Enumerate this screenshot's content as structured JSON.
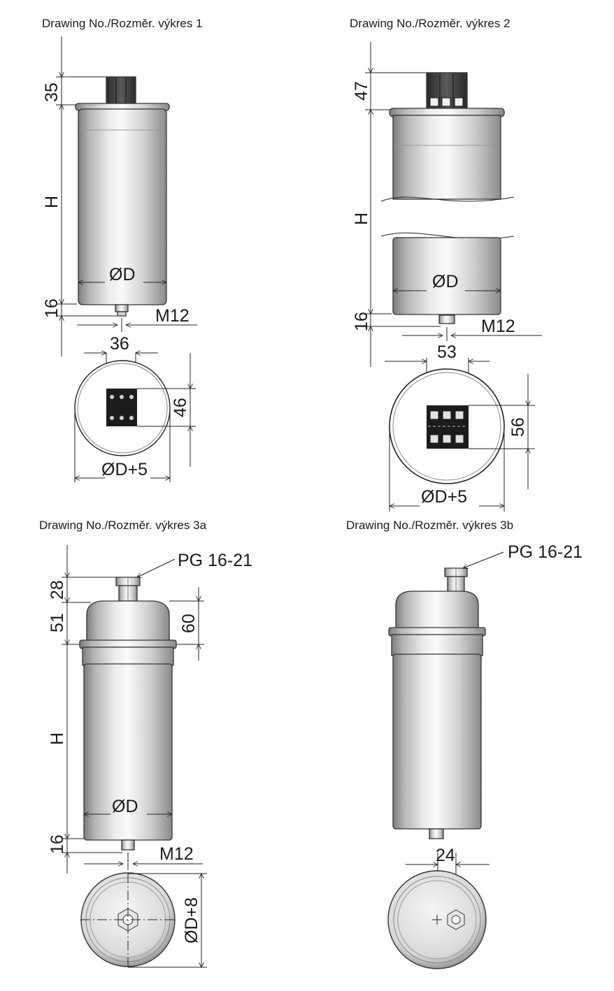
{
  "drawings": [
    {
      "title": "Drawing No./Rozměr. výkres 1",
      "dims": {
        "top": "35",
        "height": "H",
        "bottom": "16",
        "diameter": "ØD",
        "thread": "M12",
        "term_w": "36",
        "term_h": "46",
        "outer_d": "ØD+5"
      }
    },
    {
      "title": "Drawing No./Rozměr. výkres 2",
      "dims": {
        "top": "47",
        "height": "H",
        "bottom": "16",
        "diameter": "ØD",
        "thread": "M12",
        "term_w": "53",
        "term_h": "56",
        "outer_d": "ØD+5"
      }
    },
    {
      "title": "Drawing No./Rozměr. výkres 3a",
      "dims": {
        "gland": "PG 16-21",
        "top": "28",
        "cap": "51",
        "cap_total": "60",
        "height": "H",
        "bottom": "16",
        "diameter": "ØD",
        "thread": "M12",
        "outer_d": "ØD+8"
      }
    },
    {
      "title": "Drawing No./Rozměr. výkres 3b",
      "dims": {
        "gland": "PG 16-21",
        "offset": "24"
      }
    }
  ]
}
